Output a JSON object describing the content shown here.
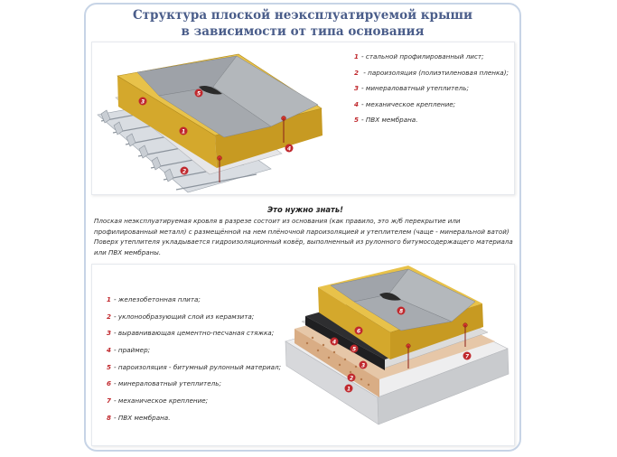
{
  "title": {
    "line1": "Структура плоской неэксплуатируемой крыши",
    "line2": "в зависимости от типа основания"
  },
  "diagram1": {
    "legend": [
      {
        "num": "1",
        "text": "- стальной профилированный лист;"
      },
      {
        "num": "2",
        "text": " - пароизоляция (полиэтиленовая пленка);"
      },
      {
        "num": "3",
        "text": "- минераловатный утеплитель;"
      },
      {
        "num": "4",
        "text": "- механическое крепление;"
      },
      {
        "num": "5",
        "text": "- ПВХ мембрана."
      }
    ],
    "markers": [
      "5",
      "3",
      "1",
      "2",
      "4"
    ]
  },
  "note": {
    "title": "Это нужно знать!",
    "text": "Плоская неэксплуатируемая кровля в разрезе состоит из основания (как правило, это ж/б перекрытие или профилированный металл) с размещённой на нем плёночной пароизоляцией и утеплителем (чаще - минеральной ватой) Поверх утеплителя укладывается гидроизоляционный ковёр, выполненный из рулонного битумосодержащего материала или ПВХ мембраны."
  },
  "diagram2": {
    "legend": [
      {
        "num": "1",
        "text": "- железобетонная плита;"
      },
      {
        "num": "2",
        "text": "- уклонообразующий слой из керамзита;"
      },
      {
        "num": "3",
        "text": "- выравнивающая цементно-песчаная стяжка;"
      },
      {
        "num": "4",
        "text": "- праймер;"
      },
      {
        "num": "5",
        "text": "- пароизоляция - битумный рулонный материал;"
      },
      {
        "num": "6",
        "text": "- минераловатный утеплитель;"
      },
      {
        "num": "7",
        "text": "- механическое крепление;"
      },
      {
        "num": "8",
        "text": "- ПВХ мембрана."
      }
    ],
    "markers": [
      "8",
      "6",
      "5",
      "4",
      "3",
      "2",
      "1",
      "7"
    ]
  }
}
